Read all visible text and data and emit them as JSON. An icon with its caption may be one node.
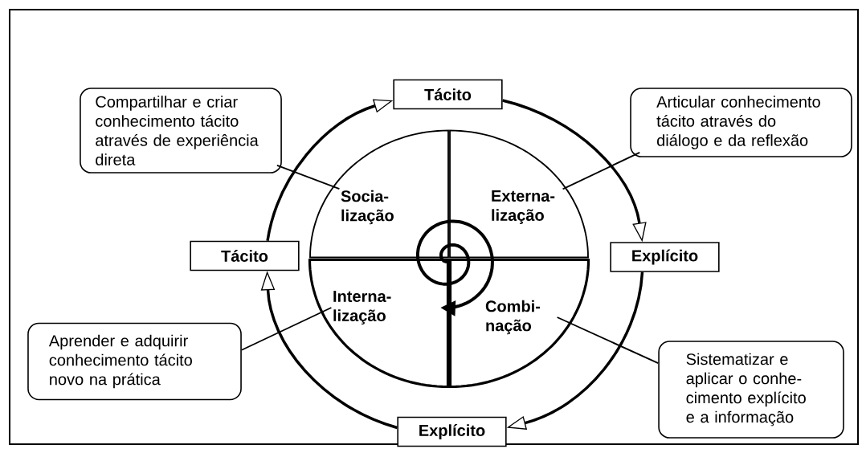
{
  "diagram": {
    "nodes": [
      {
        "text": [
          "Tácito"
        ]
      },
      {
        "text": [
          "Tácito"
        ]
      },
      {
        "text": [
          "Explícito"
        ]
      },
      {
        "text": [
          "Explícito"
        ]
      },
      {
        "text": [
          "Socia- lização"
        ]
      },
      {
        "text": [
          "Externa- lização"
        ]
      },
      {
        "text": [
          "Interna- lização"
        ]
      },
      {
        "text": [
          "Combi- nação"
        ]
      },
      {
        "text": [
          "Compartilhar e criar conhecimento tácito através de experiência direta"
        ]
      },
      {
        "text": [
          "Articular conhecimento tácito através do diálogo e da reflexão"
        ]
      },
      {
        "text": [
          "Aprender e adquirir conhecimento tácito novo na prática"
        ]
      },
      {
        "text": [
          "Sistematizar e aplicar o conhe- cimento explícito e a informação"
        ]
      }
    ],
    "edges": [
      {
        "from": 1,
        "to": 0,
        "arrow": "to"
      },
      {
        "from": 0,
        "to": 2,
        "arrow": "to"
      },
      {
        "from": 2,
        "to": 3,
        "arrow": "to"
      },
      {
        "from": 3,
        "to": 1,
        "arrow": "to"
      },
      {
        "from": 8,
        "to": 4,
        "arrow": "none"
      },
      {
        "from": 9,
        "to": 5,
        "arrow": "none"
      },
      {
        "from": 10,
        "to": 6,
        "arrow": "none"
      },
      {
        "from": 11,
        "to": 7,
        "arrow": "none"
      }
    ]
  }
}
